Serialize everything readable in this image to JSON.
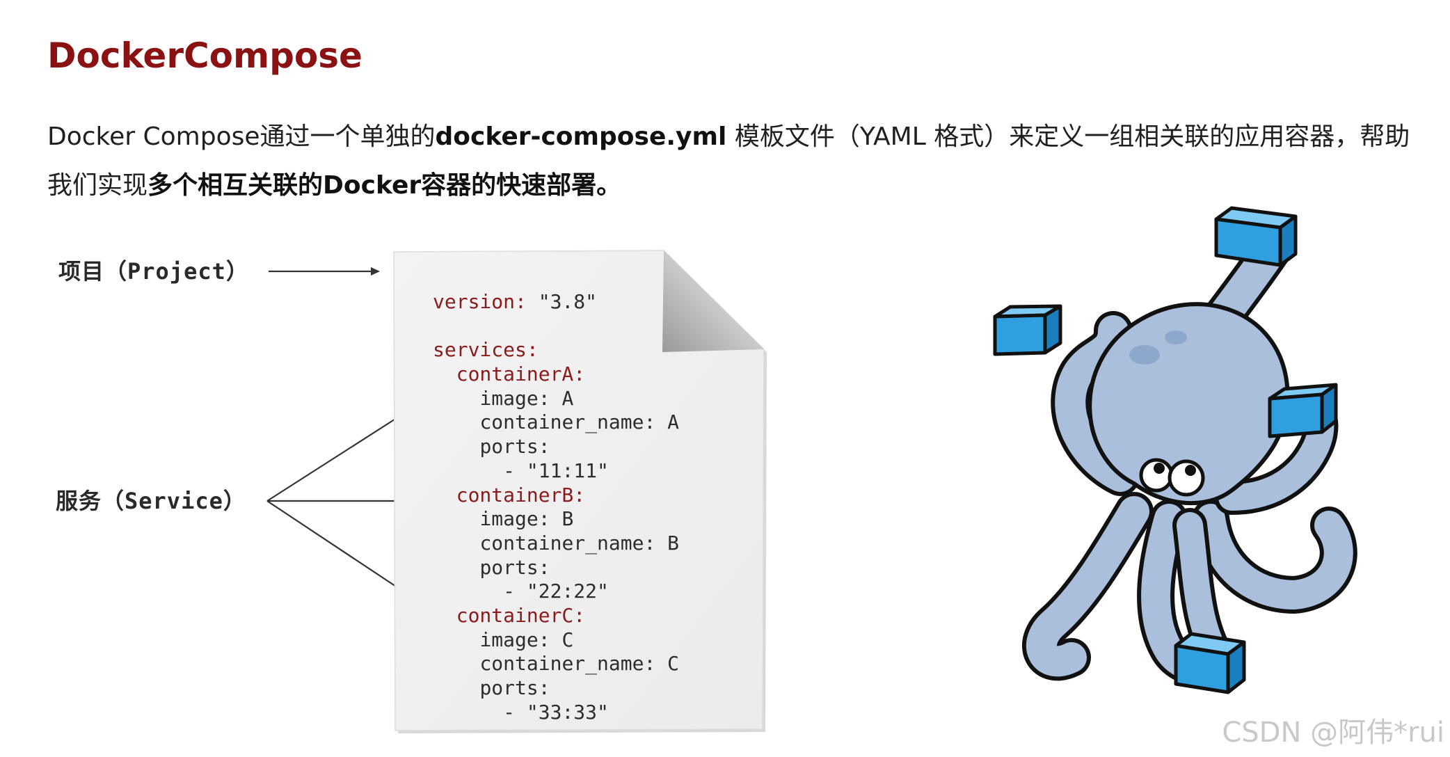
{
  "slide": {
    "title": "DockerCompose",
    "intro": {
      "part1": "Docker Compose通过一个单独的",
      "part2_bold": "docker-compose.yml",
      "part3": " 模板文件（YAML 格式）来定义一组相关联的应用容器，帮助我们实现",
      "part4_bold": "多个相互关联的Docker容器的快速部署。"
    }
  },
  "labels": {
    "project": "项目（Project）",
    "service": "服务（Service）"
  },
  "yaml": {
    "version_key": "version:",
    "version_value": " \"3.8\"",
    "services_key": "services:",
    "containers": [
      {
        "name_key": "containerA:",
        "image": "image: A",
        "container_name": "container_name: A",
        "ports_key": "ports:",
        "port": "- \"11:11\""
      },
      {
        "name_key": "containerB:",
        "image": "image: B",
        "container_name": "container_name: B",
        "ports_key": "ports:",
        "port": "- \"22:22\""
      },
      {
        "name_key": "containerC:",
        "image": "image: C",
        "container_name": "container_name: C",
        "ports_key": "ports:",
        "port": "- \"33:33\""
      }
    ]
  },
  "illustration": {
    "icon": "docker-compose-octopus-icon",
    "container_color": "#2f9fe0",
    "octopus_color": "#a9bfdc"
  },
  "watermark": "CSDN @阿伟*rui",
  "colors": {
    "title": "#8b1212",
    "yaml_key": "#8b1a1a",
    "arrow": "#333333"
  }
}
